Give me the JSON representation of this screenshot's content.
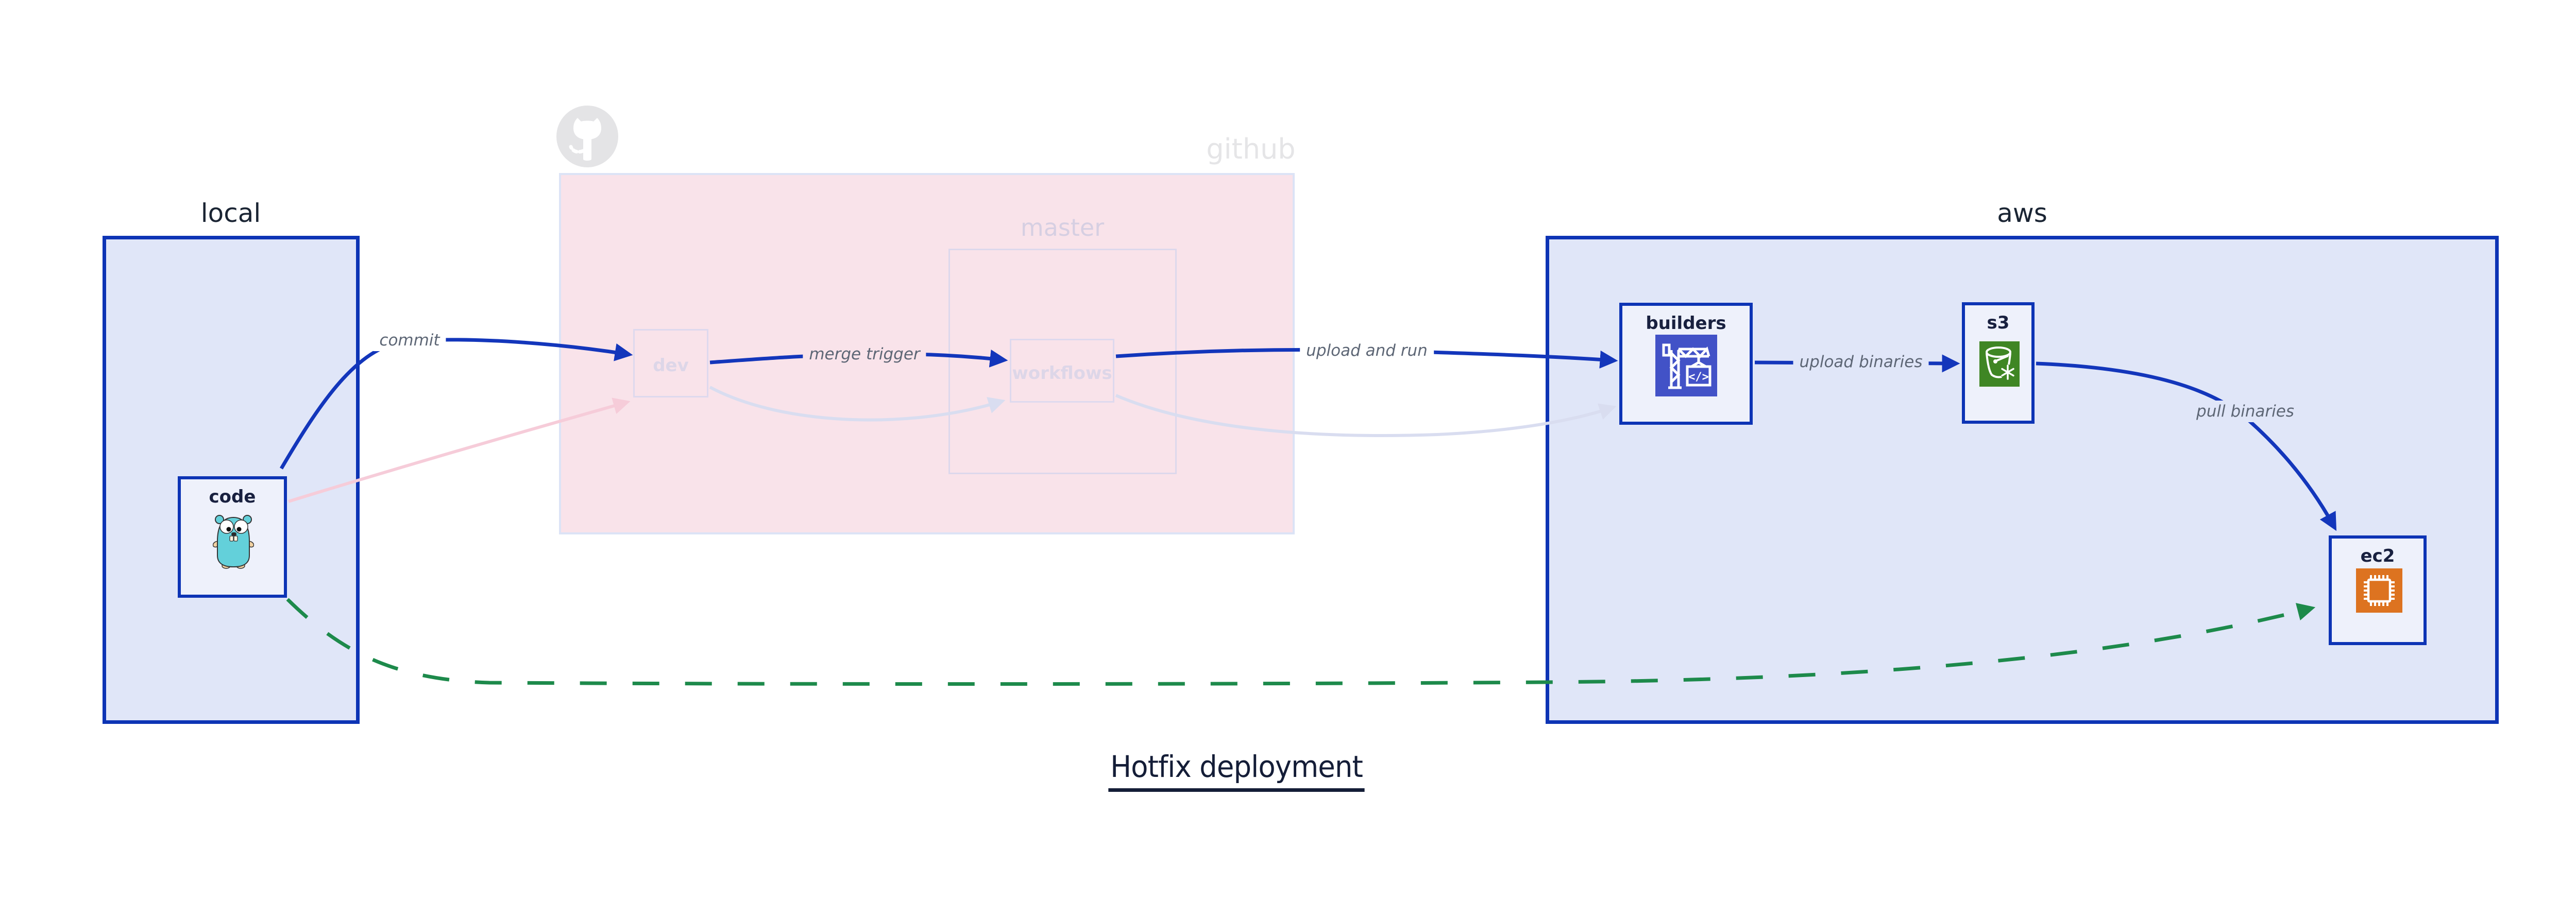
{
  "title": "Hotfix deployment",
  "groups": {
    "local": {
      "label": "local"
    },
    "github": {
      "label": "github",
      "master_label": "master"
    },
    "aws": {
      "label": "aws"
    }
  },
  "nodes": {
    "code": {
      "label": "code",
      "icon": "go-gopher-icon"
    },
    "dev": {
      "label": "dev",
      "state": "faded"
    },
    "workflows": {
      "label": "workflows",
      "state": "faded"
    },
    "builders": {
      "label": "builders",
      "icon": "codebuild-crane-icon",
      "icon_glyph": "</>"
    },
    "s3": {
      "label": "s3",
      "icon": "s3-glacier-bucket-icon"
    },
    "ec2": {
      "label": "ec2",
      "icon": "ec2-chip-icon"
    }
  },
  "edges": {
    "commit": {
      "label": "commit",
      "from": "code",
      "to": "dev",
      "style": "active-blue"
    },
    "merge_trigger": {
      "label": "merge trigger",
      "from": "dev",
      "to": "workflows",
      "style": "active-blue"
    },
    "upload_and_run": {
      "label": "upload and run",
      "from": "workflows",
      "to": "builders",
      "style": "active-blue"
    },
    "upload_binaries": {
      "label": "upload binaries",
      "from": "builders",
      "to": "s3",
      "style": "active-blue"
    },
    "pull_binaries": {
      "label": "pull binaries",
      "from": "s3",
      "to": "ec2",
      "style": "active-blue"
    },
    "code_to_dev_faded": {
      "label": "",
      "from": "code",
      "to": "dev",
      "style": "faded-pink"
    },
    "dev_to_workflows_faded": {
      "label": "",
      "from": "dev",
      "to": "workflows",
      "style": "faded-lavender"
    },
    "workflows_to_builders_faded": {
      "label": "",
      "from": "workflows",
      "to": "builders",
      "style": "faded-lavender"
    },
    "code_to_ec2_hotfix": {
      "label": "",
      "from": "code",
      "to": "ec2",
      "style": "green-dashed"
    }
  },
  "colors": {
    "active_edge_blue": "#1336bb",
    "container_border_blue": "#0d34b5",
    "container_fill": "#e0e6f8",
    "node_fill": "#eef1fb",
    "github_box_fill": "#f9e3ea",
    "github_box_border": "#dce3f6",
    "faded_lavender_edge": "#d9ddf0",
    "faded_pink_edge": "#f6ccd9",
    "hotfix_green": "#1d8a4b",
    "builders_icon_bg": "#4252c7",
    "s3_icon_bg": "#3f8624",
    "ec2_icon_bg": "#dd7320",
    "gopher_teal": "#63d0da",
    "edge_label_gray": "#5d6675",
    "node_text_dark": "#18203f",
    "faded_text": "#ddd6e8",
    "title_text": "#141d37"
  }
}
